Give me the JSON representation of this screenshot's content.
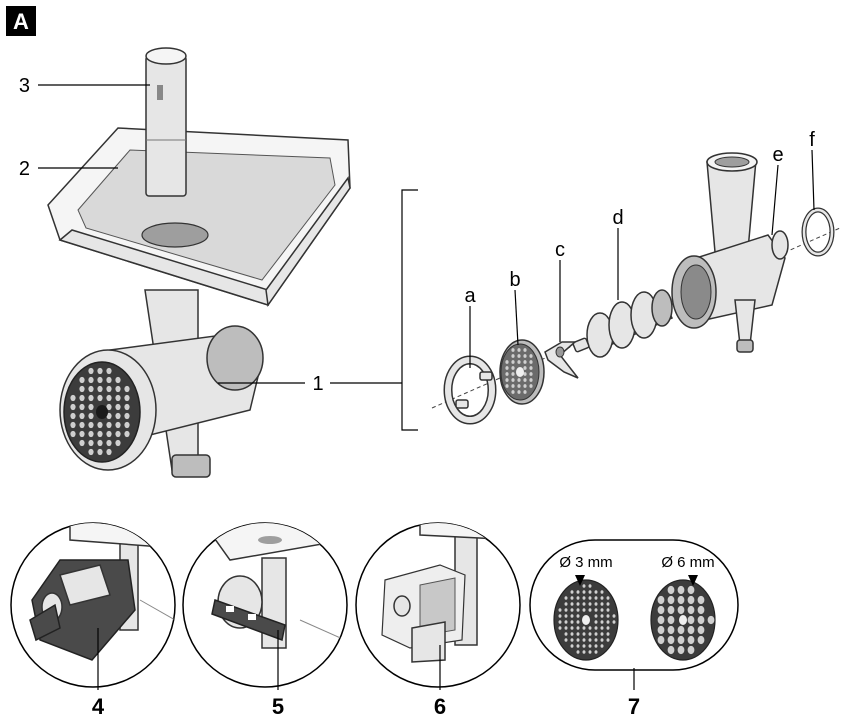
{
  "badge": {
    "letter": "A"
  },
  "main_labels": {
    "l1": "1",
    "l2": "2",
    "l3": "3"
  },
  "part_labels": {
    "a": "a",
    "b": "b",
    "c": "c",
    "d": "d",
    "e": "e",
    "f": "f"
  },
  "detail_labels": {
    "l4": "4",
    "l5": "5",
    "l6": "6",
    "l7": "7"
  },
  "disc_sizes": {
    "fine": "Ø 3 mm",
    "coarse": "Ø 6 mm"
  }
}
